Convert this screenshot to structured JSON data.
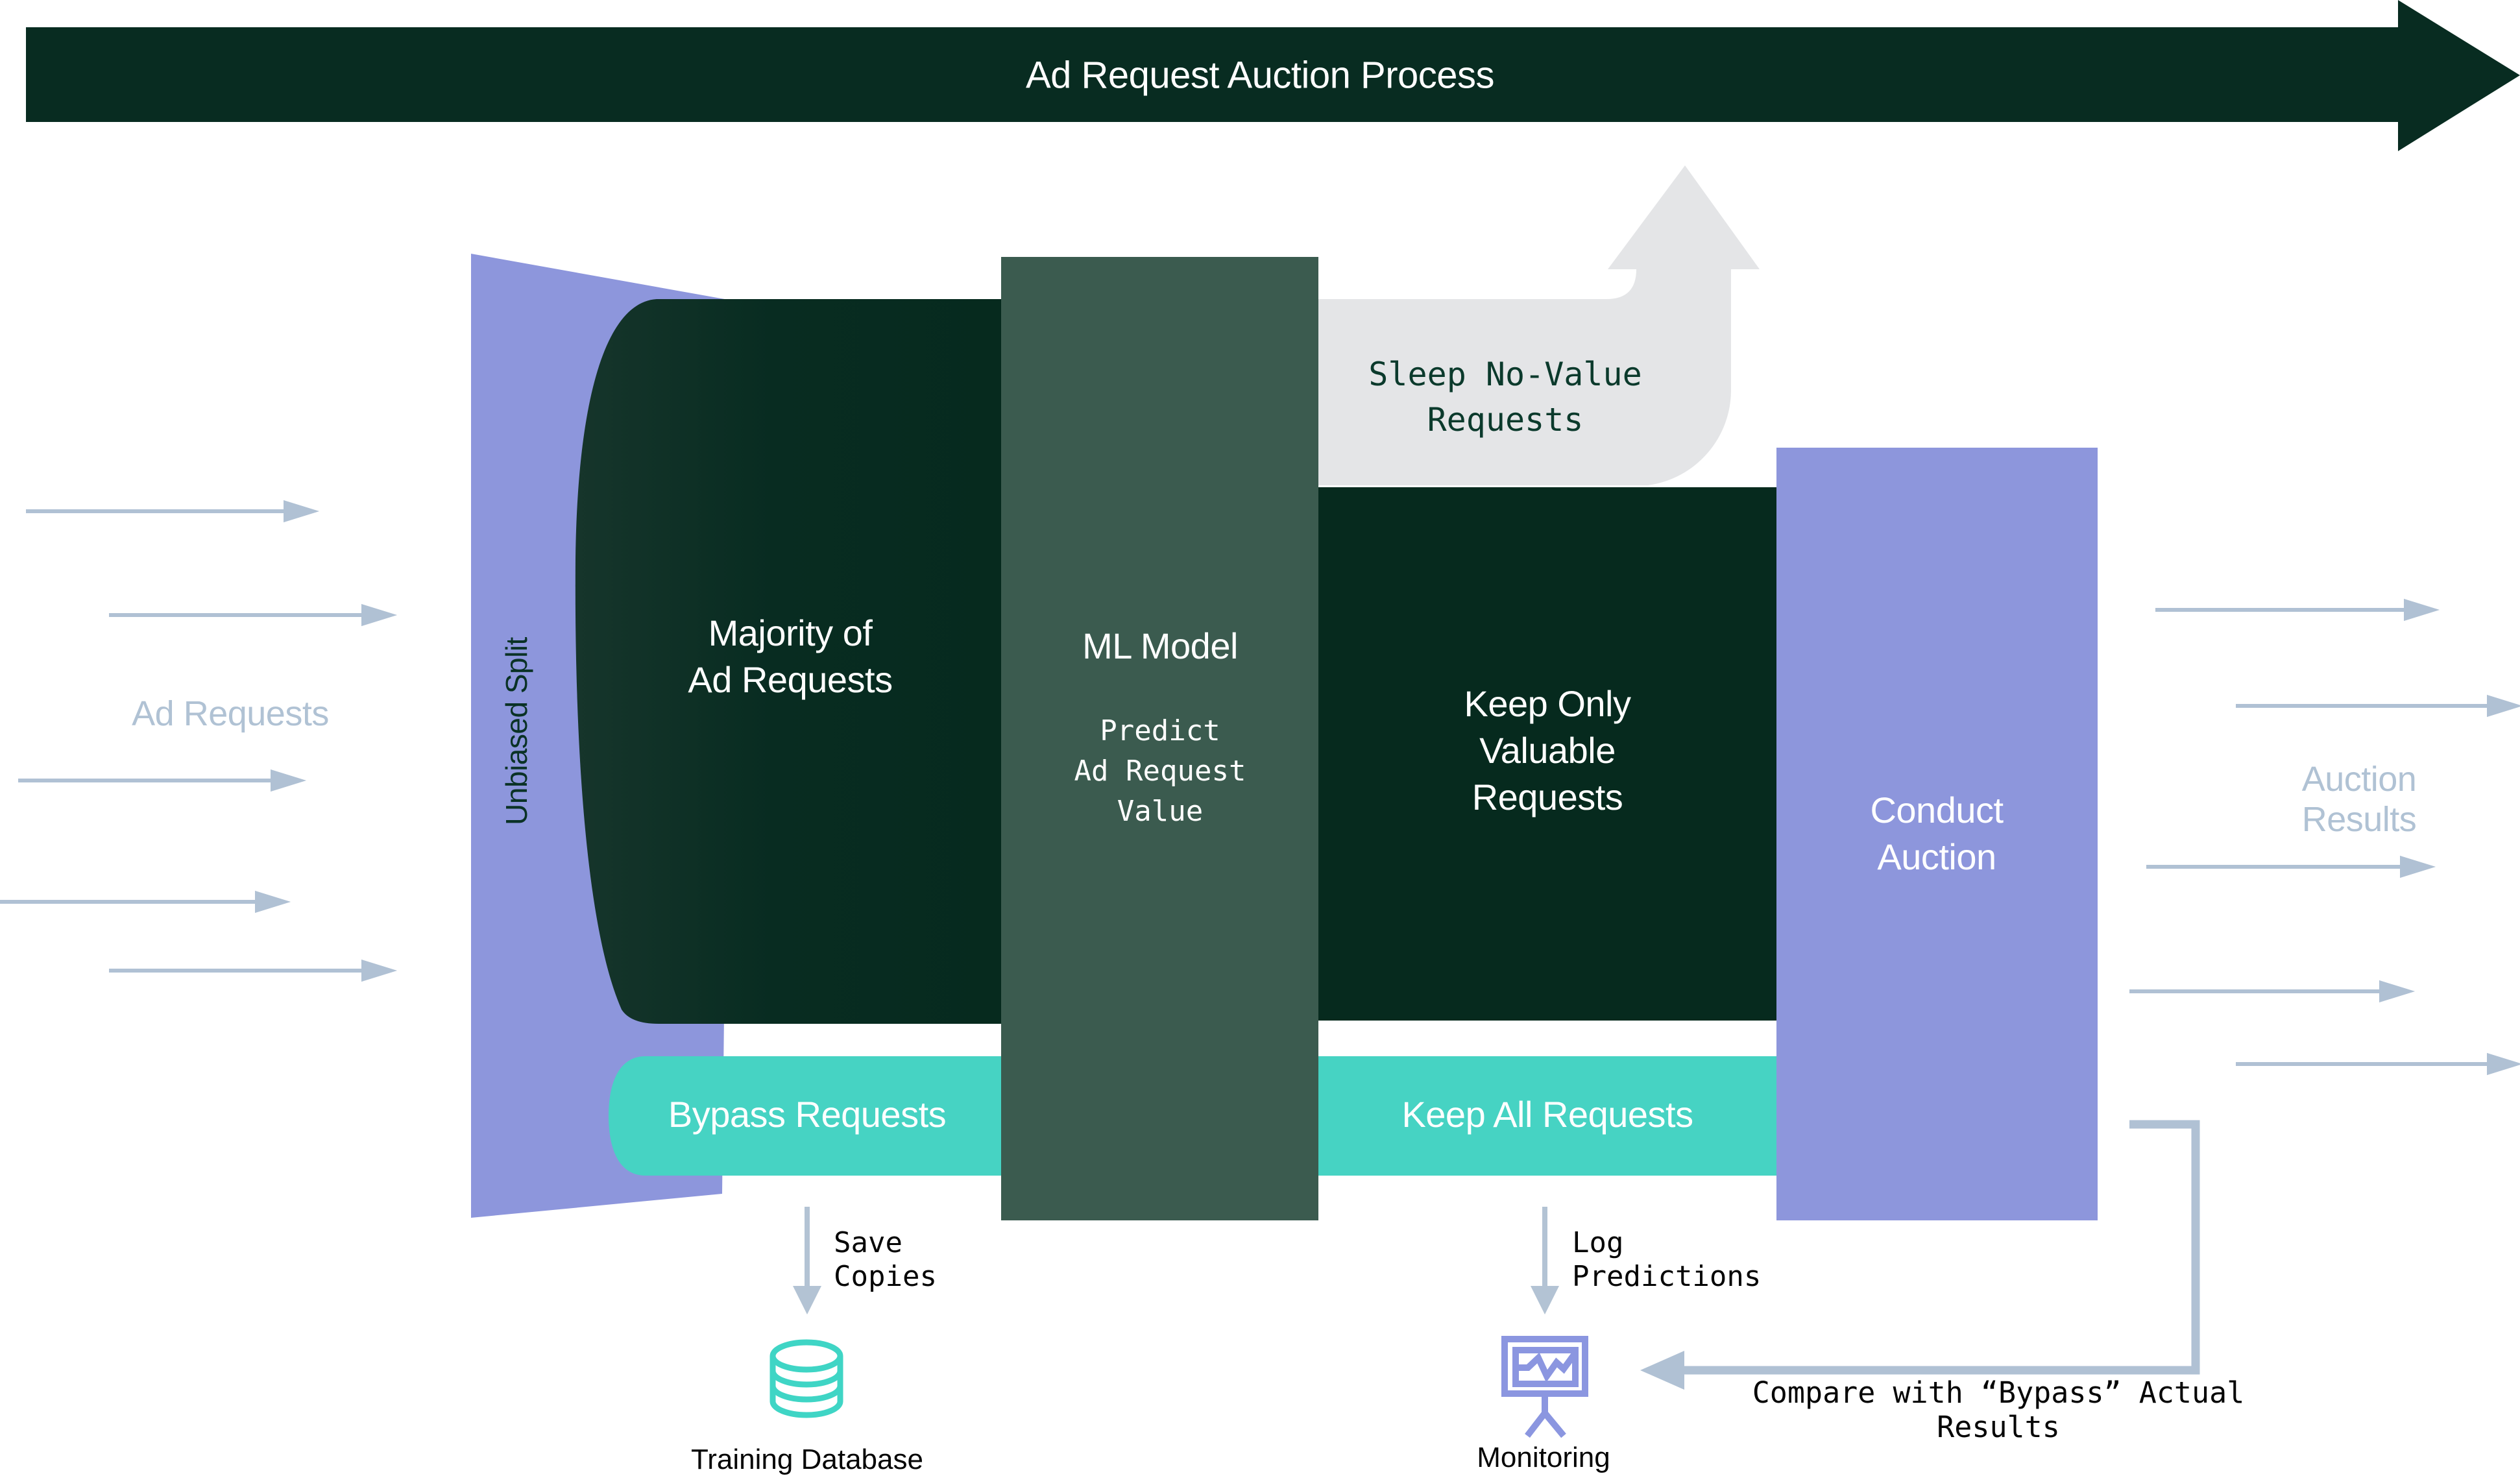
{
  "banner": {
    "title": "Ad Request Auction Process"
  },
  "left_flow": {
    "label": "Ad Requests"
  },
  "right_flow": {
    "label": "Auction Results"
  },
  "split": {
    "label": "Unbiased Split"
  },
  "majority": {
    "label": "Majority of\nAd Requests"
  },
  "ml_model": {
    "title": "ML Model",
    "subtitle": "Predict\nAd Request\nValue"
  },
  "sleep": {
    "label": "Sleep No-Value\nRequests"
  },
  "keep_only": {
    "label": "Keep Only\nValuable\nRequests"
  },
  "conduct": {
    "label": "Conduct\nAuction"
  },
  "bypass_bar": {
    "label": "Bypass Requests"
  },
  "keep_all_bar": {
    "label": "Keep All Requests"
  },
  "save_copies": {
    "label": "Save\nCopies"
  },
  "log_predictions": {
    "label": "Log\nPredictions"
  },
  "training_db": {
    "label": "Training Database"
  },
  "monitoring": {
    "label": "Monitoring"
  },
  "compare": {
    "label": "Compare with “Bypass” Actual Results"
  },
  "icons": {
    "database": "database-cylinder-icon",
    "monitoring": "presentation-chart-icon"
  },
  "colors": {
    "dark_green": "#082c21",
    "sage_green": "#3b5b4f",
    "purple": "#8d96dc",
    "teal": "#46d3c3",
    "light_gray": "#e4e5e7",
    "arrow_blue_gray": "#b0c1d4",
    "note_dark_green": "#0b3a2c",
    "black_text": "#050505"
  }
}
